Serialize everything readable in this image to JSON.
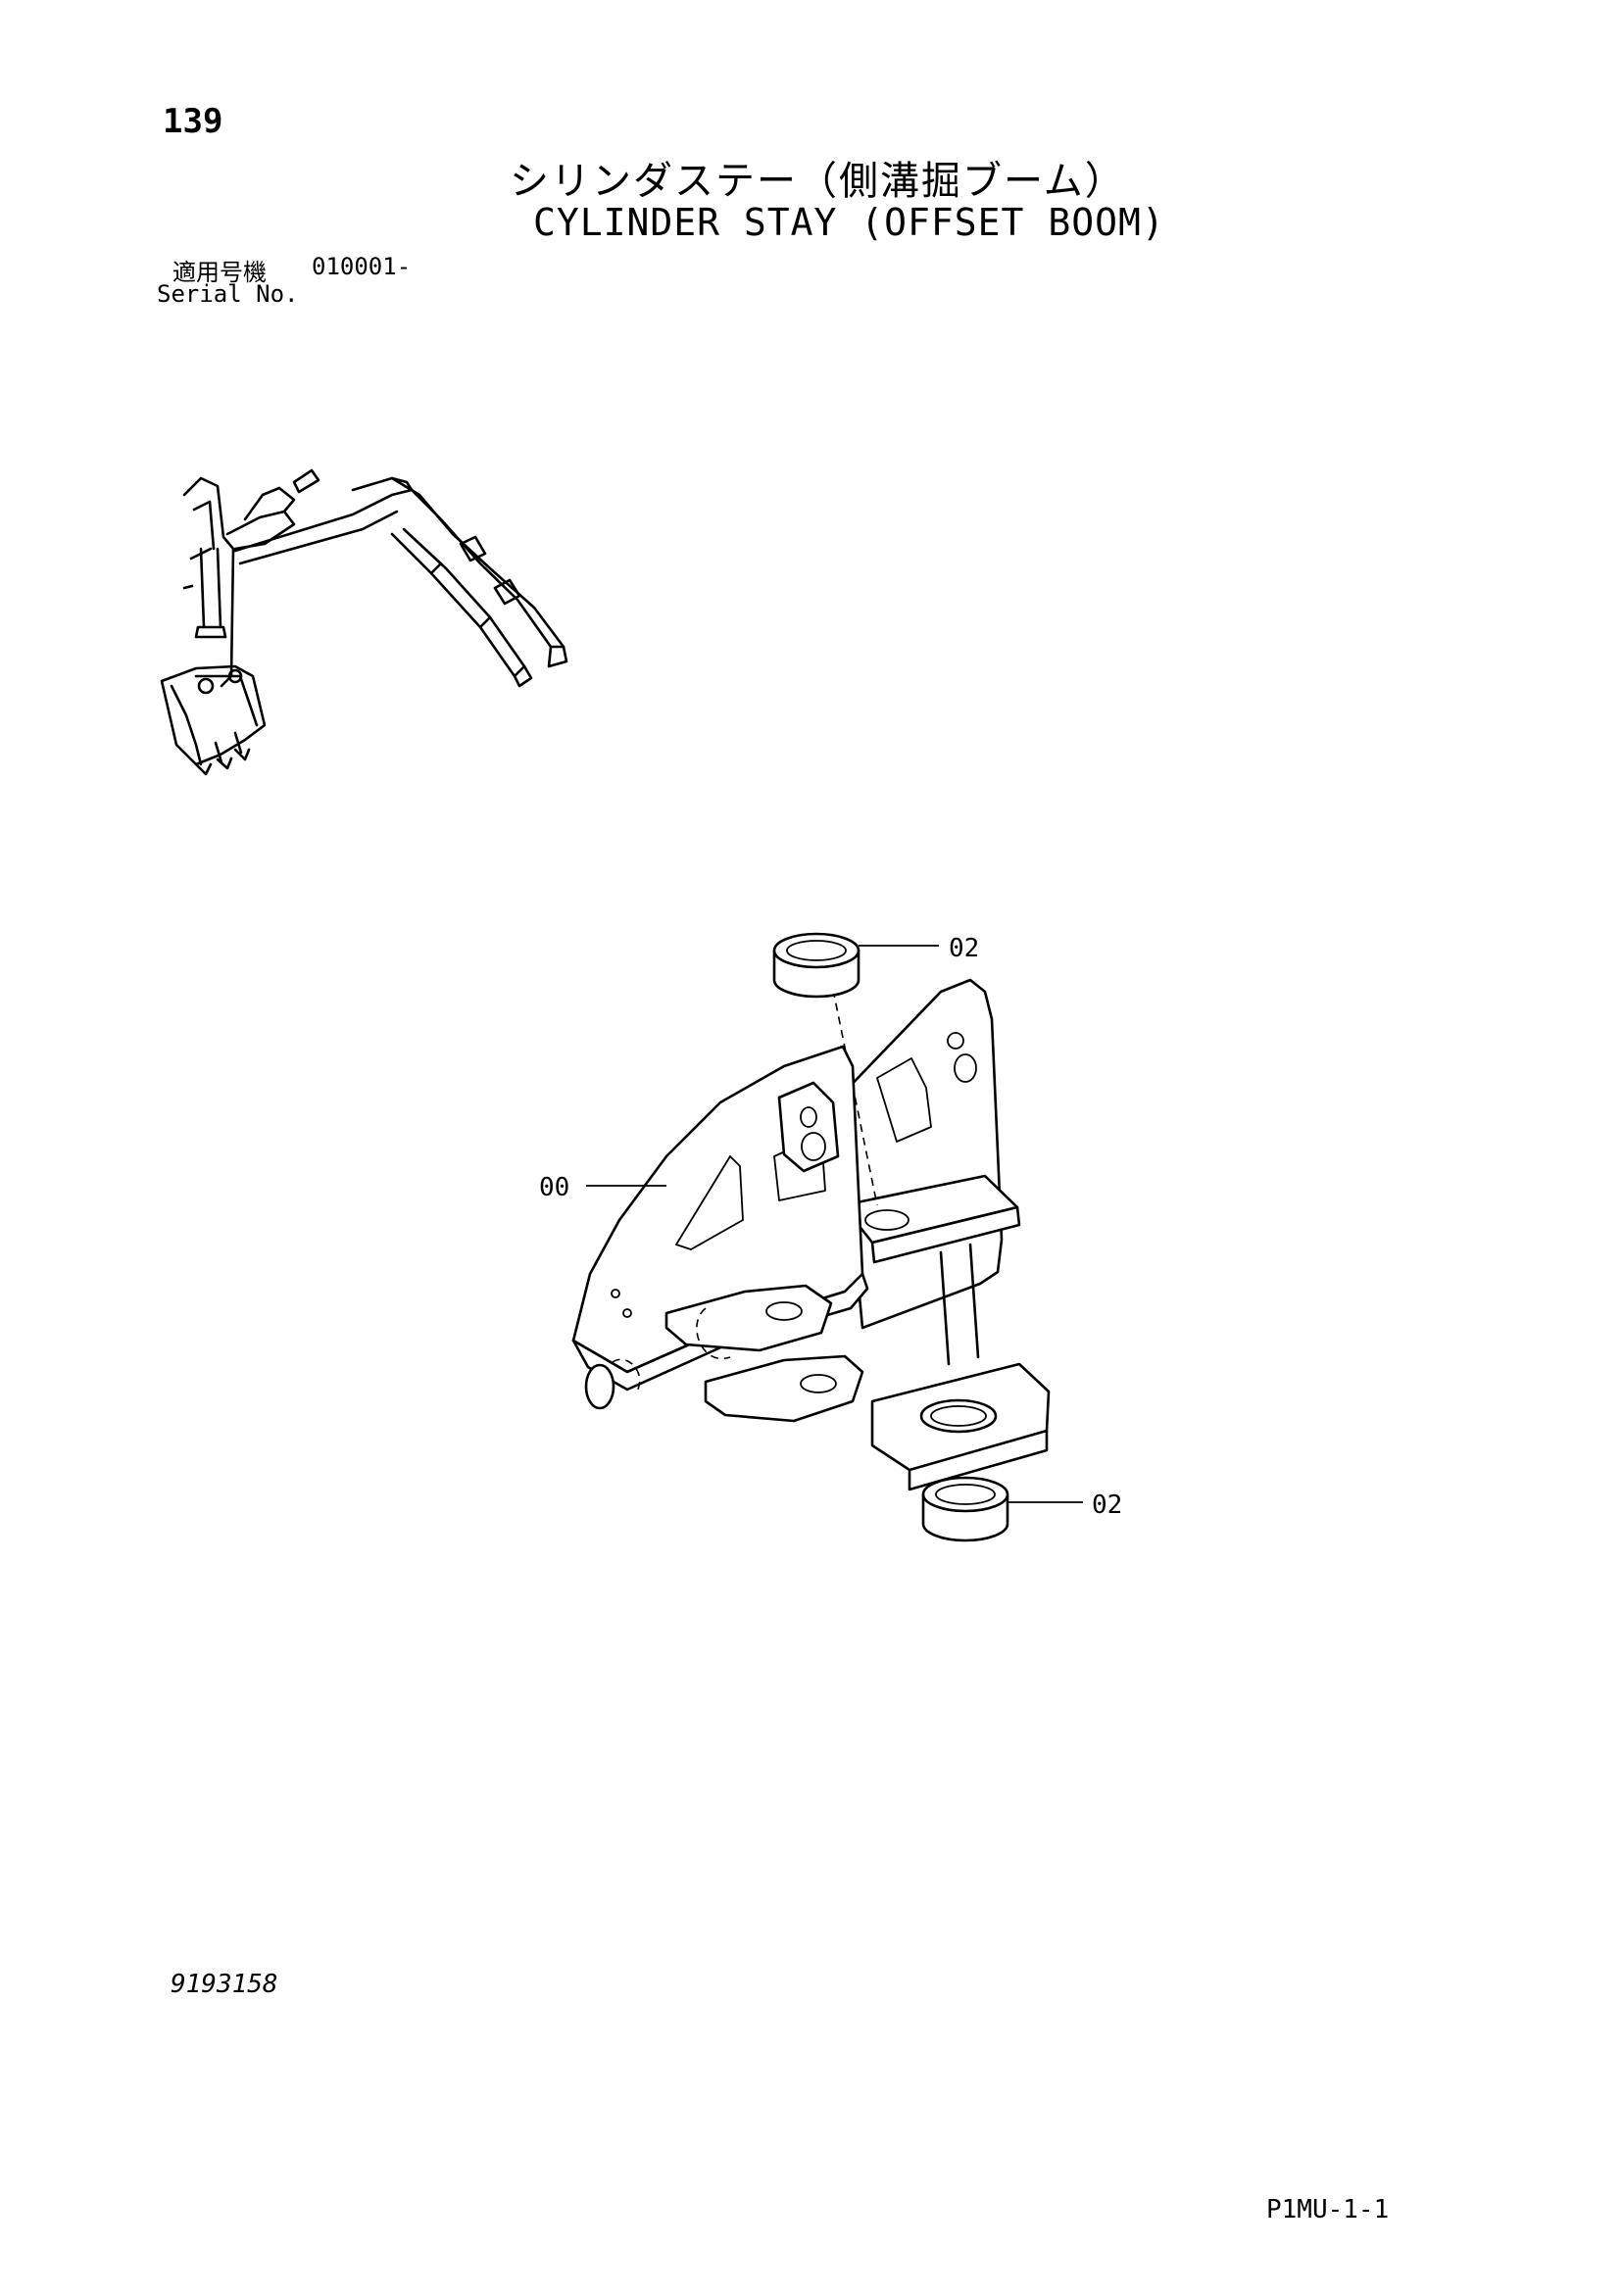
{
  "header": {
    "page_number": "139",
    "title_jp": "シリンダステー（側溝掘ブーム）",
    "title_en": "CYLINDER STAY (OFFSET BOOM)"
  },
  "serial": {
    "label_jp": "適用号機",
    "value": "010001-",
    "label_en": "Serial No."
  },
  "diagram": {
    "callouts": [
      {
        "label": "02"
      },
      {
        "label": "00"
      },
      {
        "label": "02"
      }
    ]
  },
  "footer": {
    "drawing_number": "9193158",
    "page_code": "P1MU-1-1"
  }
}
